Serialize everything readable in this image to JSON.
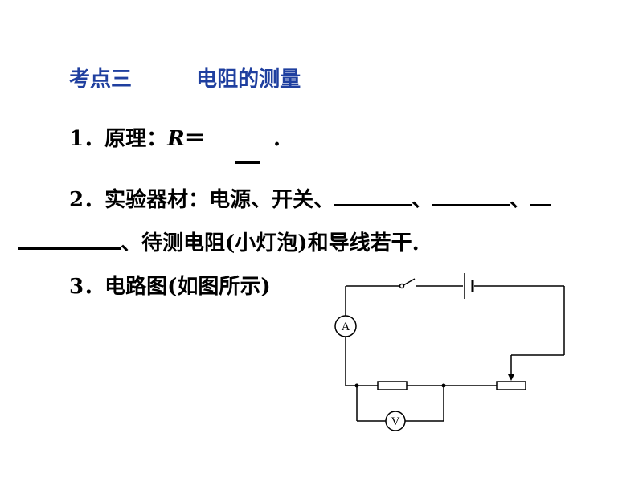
{
  "heading": {
    "section": "考点三",
    "topic": "电阻的测量"
  },
  "items": [
    {
      "num": "1．",
      "label": "原理：",
      "formula_var": "R",
      "formula_eq": "＝",
      "tail": "."
    },
    {
      "num": "2．",
      "label": "实验器材：电源、开关、",
      "sep1": "、",
      "sep2": "、",
      "cont": "、待测电阻(小灯泡)和导线若干."
    },
    {
      "num": "3．",
      "label": "电路图(如图所示)"
    }
  ],
  "circuit": {
    "ammeter": "A",
    "voltmeter": "V"
  }
}
